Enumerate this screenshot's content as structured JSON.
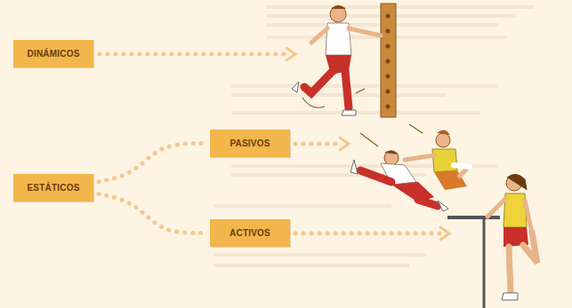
{
  "diagram": {
    "nodes": [
      {
        "text": [
          "DINÁMICOS"
        ]
      },
      {
        "text": [
          "PASIVOS"
        ]
      },
      {
        "text": [
          "ESTÁTICOS"
        ]
      },
      {
        "text": [
          "ACTIVOS"
        ]
      }
    ],
    "edges": [
      {
        "from": 2,
        "to": 1,
        "arrow": "none"
      },
      {
        "from": 2,
        "to": 3,
        "arrow": "none"
      }
    ]
  }
}
